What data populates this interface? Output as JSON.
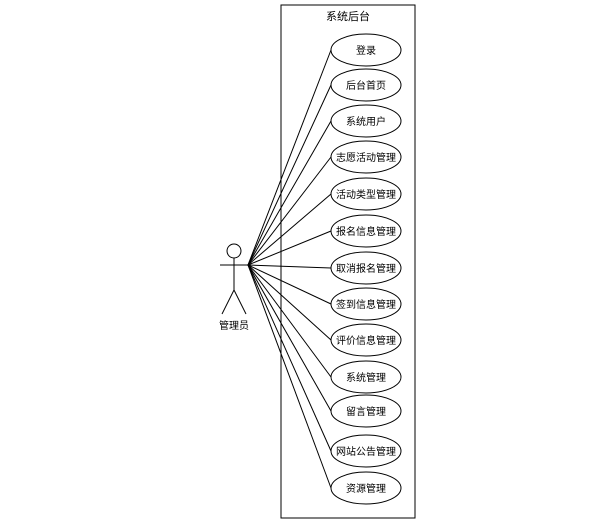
{
  "system": {
    "title": "系统后台"
  },
  "actor": {
    "label": "管理员"
  },
  "use_cases": [
    {
      "label": "登录"
    },
    {
      "label": "后台首页"
    },
    {
      "label": "系统用户"
    },
    {
      "label": "志愿活动管理"
    },
    {
      "label": "活动类型管理"
    },
    {
      "label": "报名信息管理"
    },
    {
      "label": "取消报名管理"
    },
    {
      "label": "签到信息管理"
    },
    {
      "label": "评价信息管理"
    },
    {
      "label": "系统管理"
    },
    {
      "label": "留言管理"
    },
    {
      "label": "网站公告管理"
    },
    {
      "label": "资源管理"
    }
  ],
  "colors": {
    "stroke": "#000000",
    "background": "#ffffff"
  }
}
